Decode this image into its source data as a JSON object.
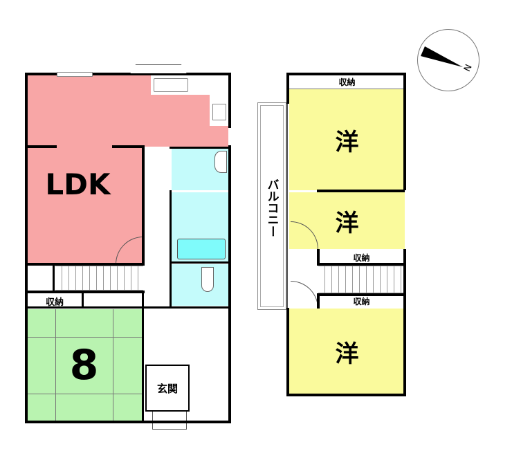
{
  "floor1": {
    "ldk": "LDK",
    "storage": "収納",
    "tatami_room": "8",
    "entrance": "玄関"
  },
  "floor2": {
    "storage_top": "収納",
    "room1": "洋",
    "room2": "洋",
    "storage_mid": "収納",
    "storage_low": "収納",
    "room3": "洋",
    "balcony": "バルコニー"
  },
  "compass": {
    "label": "N"
  },
  "colors": {
    "ldk": "#f8a6a6",
    "wet": "#c4fbfb",
    "western": "#fafa9c",
    "tatami": "#b9f3b0"
  }
}
